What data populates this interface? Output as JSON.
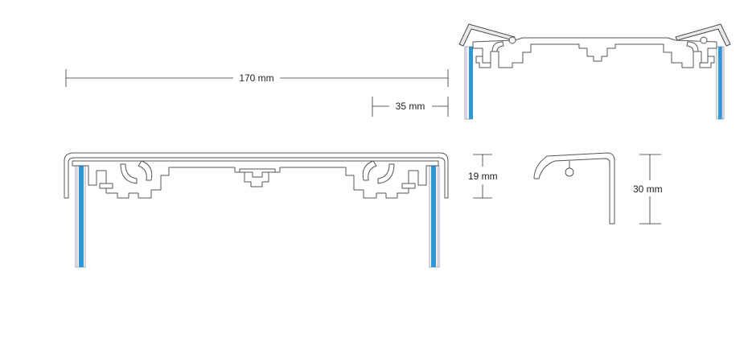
{
  "dimensions": {
    "width_170": "170 mm",
    "width_35": "35 mm",
    "height_19": "19 mm",
    "height_30": "30 mm"
  },
  "colors": {
    "glass": "#2c98d6",
    "profile_stroke": "#555555",
    "accent_purple": "#c7a1d9"
  }
}
